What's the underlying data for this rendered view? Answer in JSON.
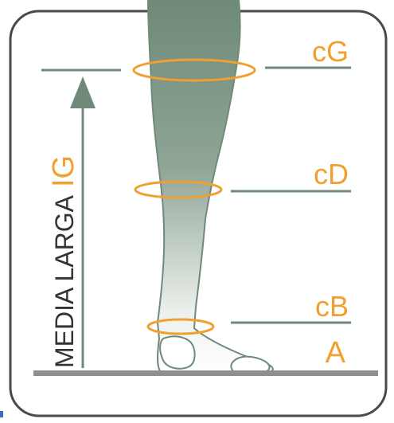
{
  "diagram": {
    "vertical_label": {
      "main": "MEDIA LARGA",
      "accent": "IG"
    },
    "measure_labels": {
      "cG": "cG",
      "cD": "cD",
      "cB": "cB",
      "A": "A"
    },
    "colors": {
      "frame_border": "#4a4a4a",
      "line_green": "#6f8a78",
      "leg_dark": "#6f8a78",
      "leg_light": "#eef2ee",
      "orange": "#f0a030",
      "floor": "#8f8f8f",
      "label_dark": "#333333"
    }
  }
}
